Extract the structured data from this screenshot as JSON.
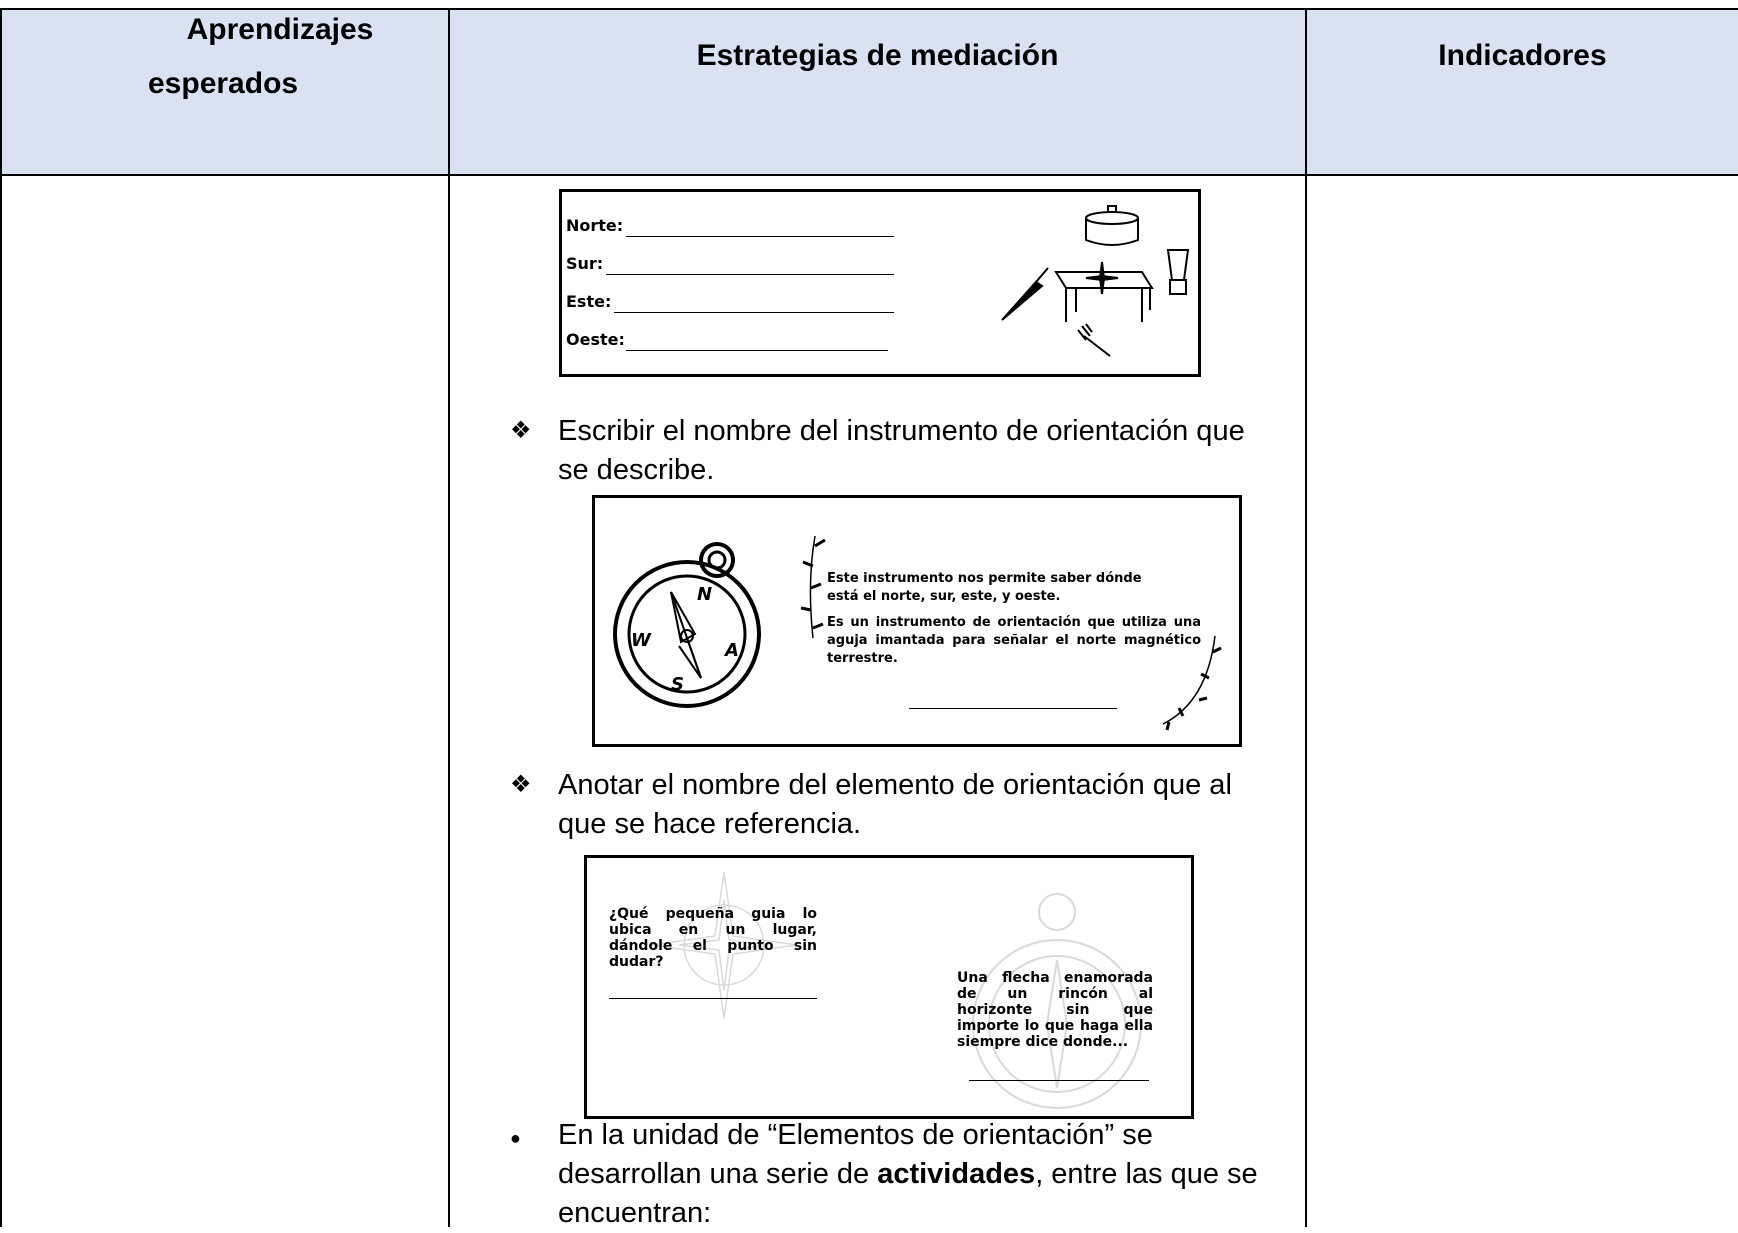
{
  "table": {
    "headers": {
      "learning": "Aprendizajes esperados",
      "learning_line1": "Aprendizajes",
      "learning_line2": "esperados",
      "strategies": "Estrategias de mediación",
      "indicators": "Indicadores"
    },
    "header_bg_color": "#d9e2f3"
  },
  "worksheet1": {
    "labels": [
      "Norte:",
      "Sur:",
      "Este:",
      "Oeste:"
    ],
    "icons": [
      "pot-icon",
      "table-compass-icon",
      "knife-icon",
      "blender-icon",
      "fork-icon"
    ]
  },
  "item1": {
    "bullet": "❖",
    "text": "Escribir el nombre del instrumento de orientación que se describe."
  },
  "worksheet2": {
    "compass_letters": {
      "n": "N",
      "w": "W",
      "a": "A",
      "s": "S"
    },
    "para1": "Este instrumento  nos permite saber dónde está el norte, sur, este, y oeste.",
    "para2": "Es un instrumento de orientación que utiliza una aguja imantada para señalar el norte magnético terrestre."
  },
  "item2": {
    "bullet": "❖",
    "text": "Anotar el nombre del elemento de orientación que al que se hace referencia."
  },
  "worksheet3": {
    "riddle1": "¿Qué pequeña guia lo ubica en un lugar, dándole el punto sin dudar?",
    "riddle2": "Una flecha enamorada de un rincón al horizonte sin que importe lo que haga ella siempre dice donde..."
  },
  "item3": {
    "bullet": "●",
    "text_before": "En la unidad de “Elementos de orientación” se desarrollan una serie de ",
    "text_bold": "actividades",
    "text_after": ", entre las que se encuentran:"
  }
}
